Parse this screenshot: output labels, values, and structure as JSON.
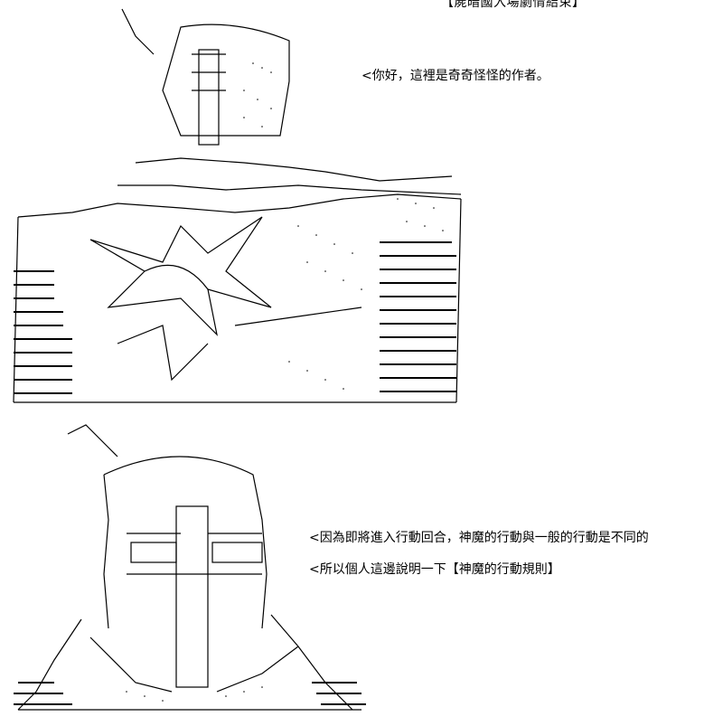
{
  "header": {
    "title": "【屍暗國入場劇情結束】"
  },
  "dialogue": [
    {
      "text": "<你好，這裡是奇奇怪怪的作者。"
    },
    {
      "text": "<因為即將進入行動回合，神魔的行動與一般的行動是不同的"
    },
    {
      "text": "<所以個人這邊說明一下【神魔的行動規則】"
    }
  ],
  "colors": {
    "ink": "#000000",
    "background": "#ffffff"
  }
}
